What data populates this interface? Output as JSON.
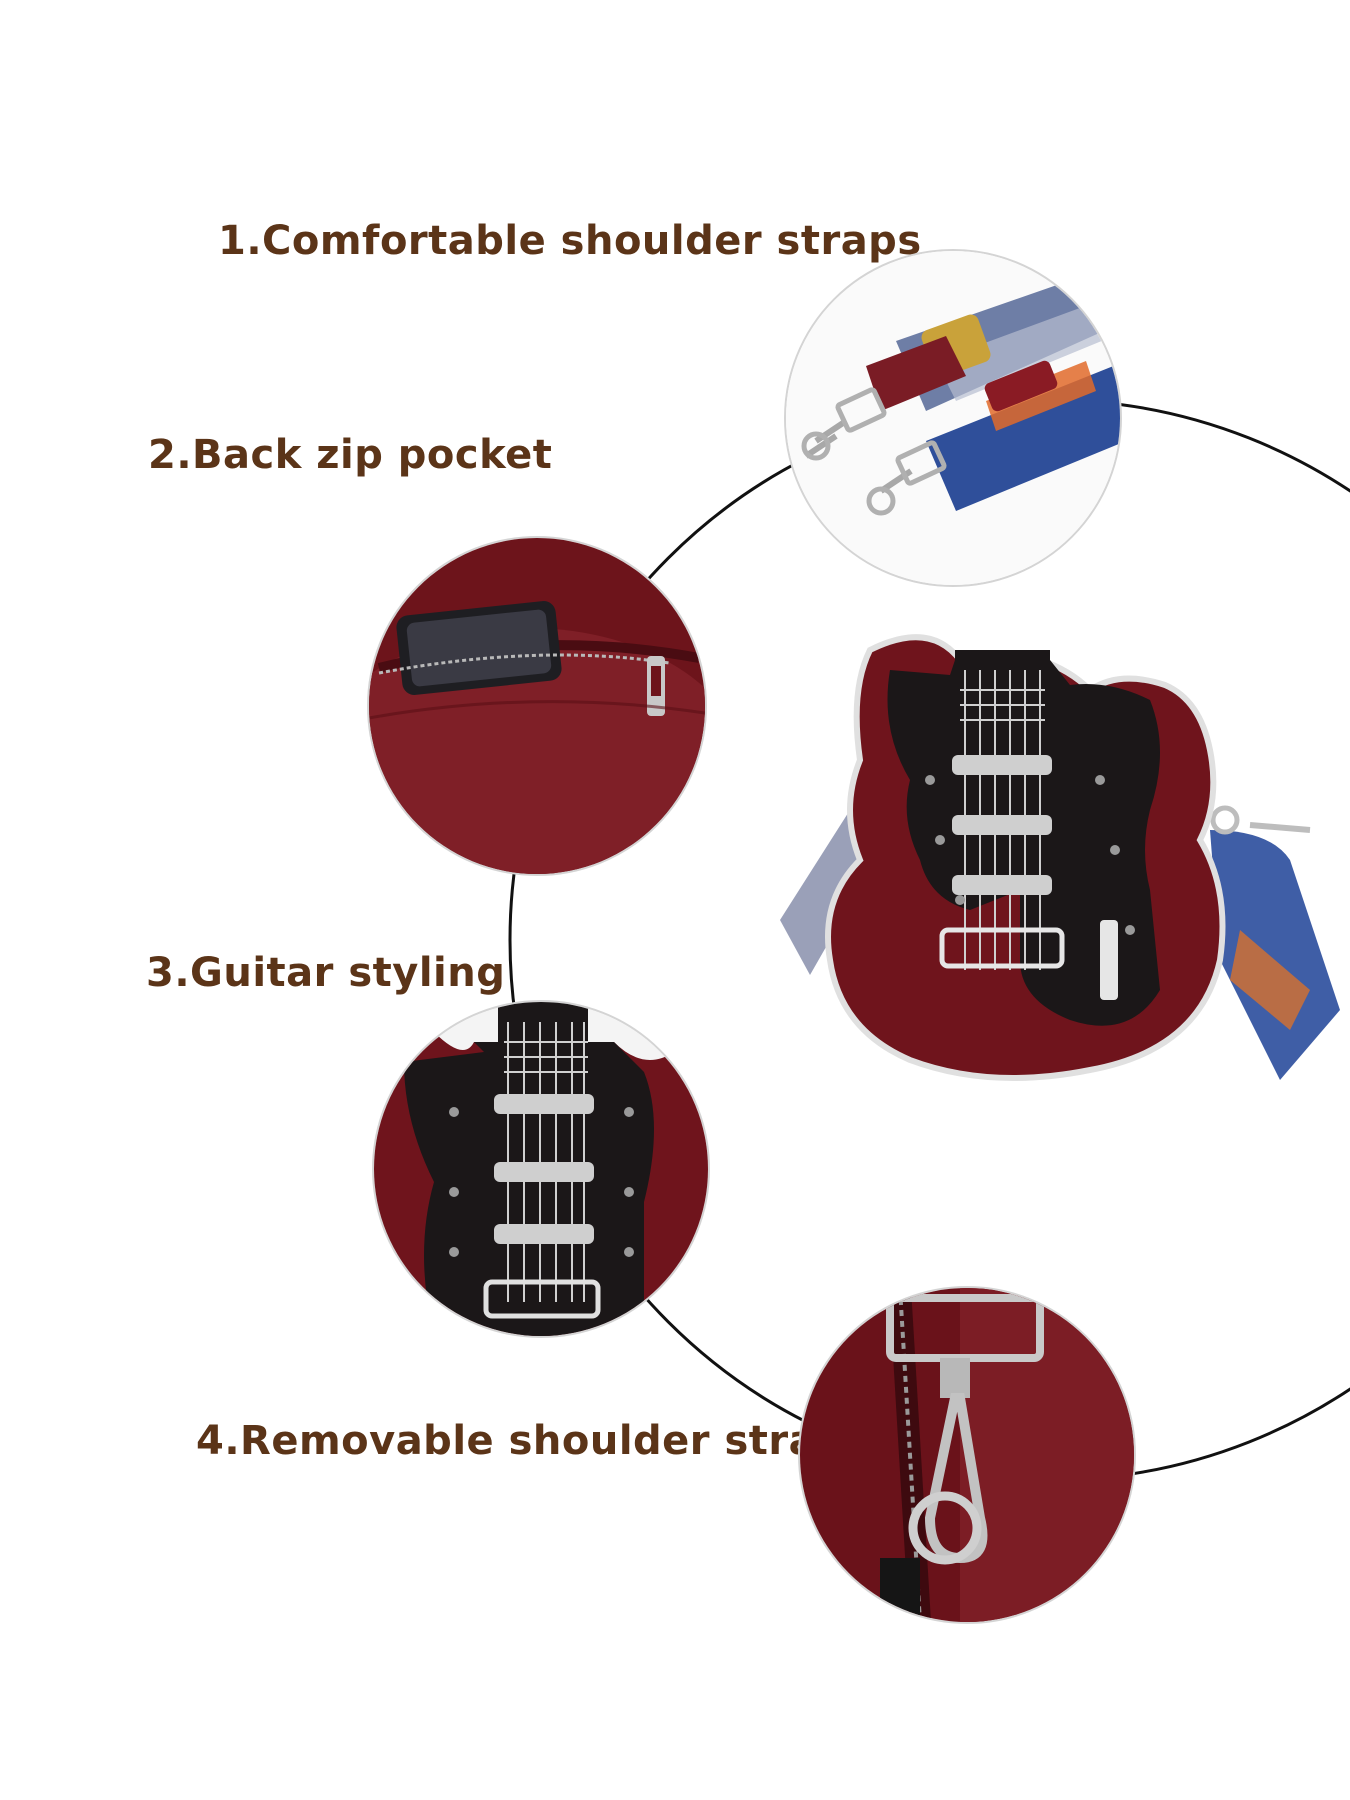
{
  "features": [
    {
      "label": "1.Comfortable shoulder straps",
      "icon": "shoulder-strap-closeup"
    },
    {
      "label": "2.Back zip pocket",
      "icon": "zip-pocket-closeup"
    },
    {
      "label": "3.Guitar styling",
      "icon": "guitar-front-closeup"
    },
    {
      "label": "4.Removable shoulder strap",
      "icon": "strap-clip-closeup"
    }
  ],
  "colors": {
    "label_text": "#5b3418",
    "leather_red": "#7a1a22",
    "pickguard_black": "#1b1718",
    "ring_line": "#111111"
  }
}
